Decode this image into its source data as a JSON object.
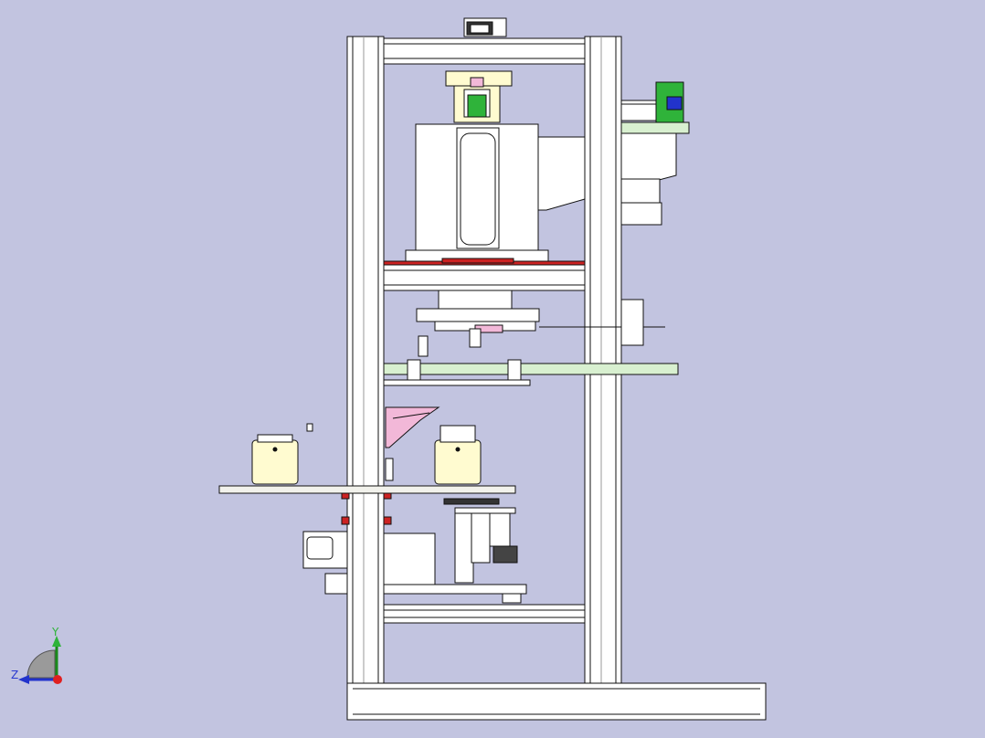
{
  "viewport": {
    "background": "#c2c4e0",
    "model": "machine-frame-assembly",
    "view": "side-orthographic"
  },
  "colors": {
    "edge": "#111111",
    "frame_fill": "#ffffff",
    "frame_shade": "#dcdcdc",
    "plate_fill": "#f2f2ec",
    "accent_red": "#cc2222",
    "accent_green": "#2fb33a",
    "accent_pink": "#f2b8d8",
    "accent_yellow": "#fffbd0",
    "accent_blue": "#2233cc",
    "light_green": "#d8f0d0"
  },
  "triad": {
    "y_label": "Y",
    "z_label": "Z",
    "icons": [
      "axis-triad-icon"
    ]
  }
}
